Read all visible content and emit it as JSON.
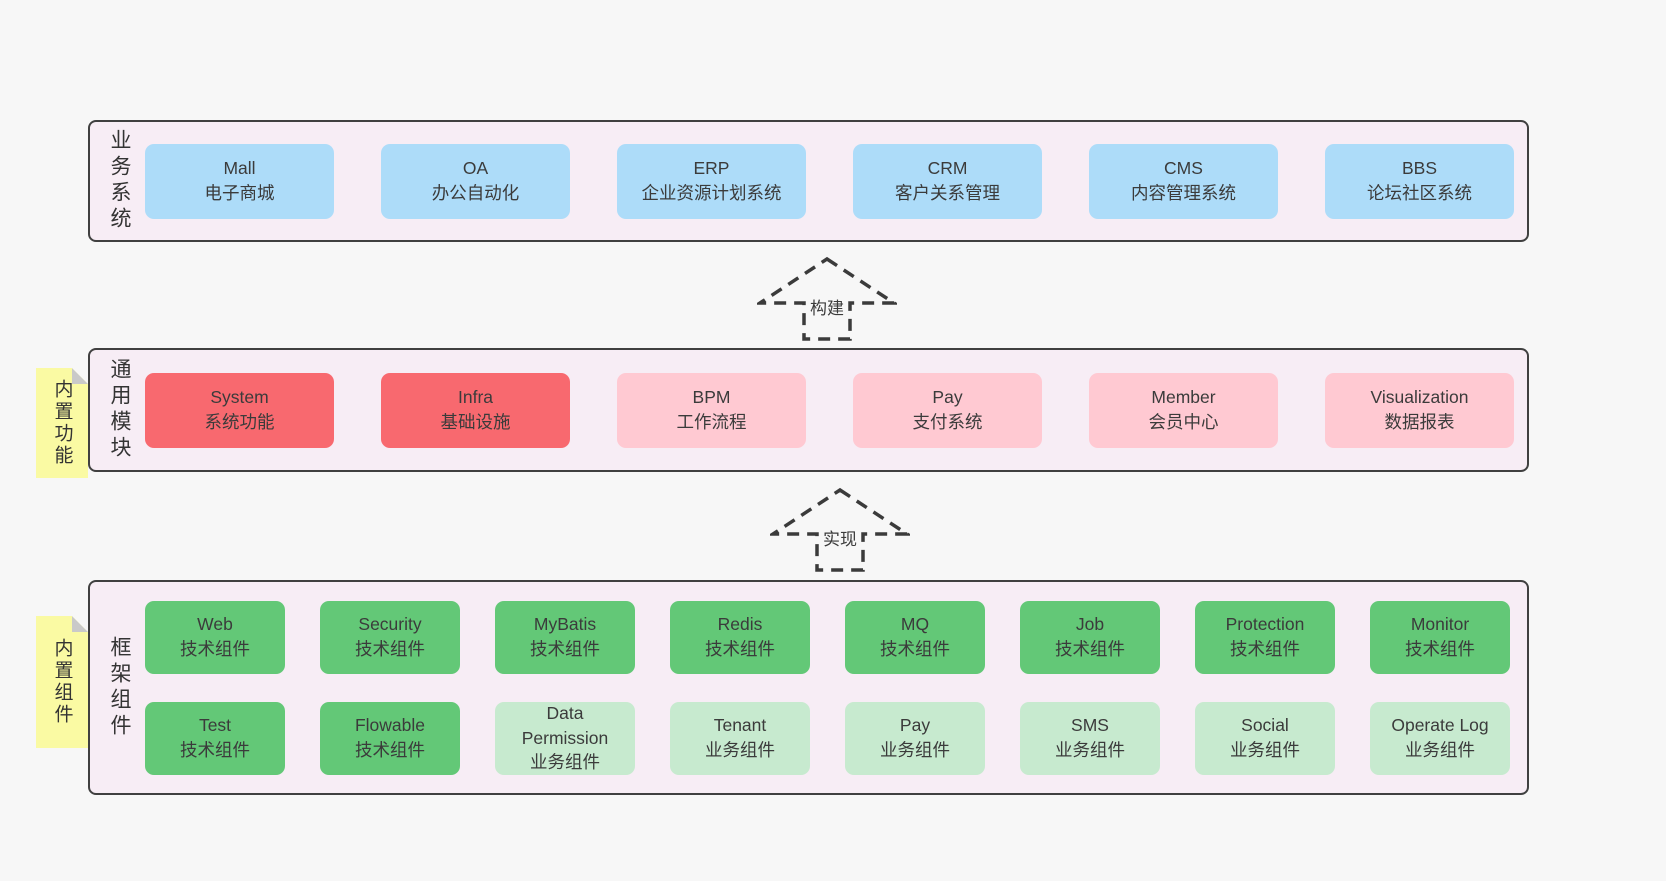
{
  "layers": [
    {
      "label": "业务系统",
      "rows": [
        [
          {
            "en": "Mall",
            "zh": "电子商城"
          },
          {
            "en": "OA",
            "zh": "办公自动化"
          },
          {
            "en": "ERP",
            "zh": "企业资源计划系统"
          },
          {
            "en": "CRM",
            "zh": "客户关系管理"
          },
          {
            "en": "CMS",
            "zh": "内容管理系统"
          },
          {
            "en": "BBS",
            "zh": "论坛社区系统"
          }
        ]
      ]
    },
    {
      "label": "通用模块",
      "note": "内置功能",
      "rows": [
        [
          {
            "en": "System",
            "zh": "系统功能"
          },
          {
            "en": "Infra",
            "zh": "基础设施"
          },
          {
            "en": "BPM",
            "zh": "工作流程"
          },
          {
            "en": "Pay",
            "zh": "支付系统"
          },
          {
            "en": "Member",
            "zh": "会员中心"
          },
          {
            "en": "Visualization",
            "zh": "数据报表"
          }
        ]
      ]
    },
    {
      "label": "框架组件",
      "note": "内置组件",
      "rows": [
        [
          {
            "en": "Web",
            "zh": "技术组件"
          },
          {
            "en": "Security",
            "zh": "技术组件"
          },
          {
            "en": "MyBatis",
            "zh": "技术组件"
          },
          {
            "en": "Redis",
            "zh": "技术组件"
          },
          {
            "en": "MQ",
            "zh": "技术组件"
          },
          {
            "en": "Job",
            "zh": "技术组件"
          },
          {
            "en": "Protection",
            "zh": "技术组件"
          },
          {
            "en": "Monitor",
            "zh": "技术组件"
          }
        ],
        [
          {
            "en": "Test",
            "zh": "技术组件"
          },
          {
            "en": "Flowable",
            "zh": "技术组件"
          },
          {
            "en": "Data Permission",
            "zh": "业务组件"
          },
          {
            "en": "Tenant",
            "zh": "业务组件"
          },
          {
            "en": "Pay",
            "zh": "业务组件"
          },
          {
            "en": "SMS",
            "zh": "业务组件"
          },
          {
            "en": "Social",
            "zh": "业务组件"
          },
          {
            "en": "Operate Log",
            "zh": "业务组件"
          }
        ]
      ]
    }
  ],
  "arrows": [
    {
      "label": "构建"
    },
    {
      "label": "实现"
    }
  ],
  "colors": {
    "page_bg": "#f7f7f7",
    "layer_bg": "#f7edf5",
    "layer_border": "#404040",
    "business_box": "#addcf9",
    "core_module_box": "#f8696f",
    "optional_module_box": "#ffc9d2",
    "tech_component_box": "#63c877",
    "biz_component_box": "#c7eacf",
    "sticky_note": "#fafaa3",
    "sticky_fold": "#c9c9c9"
  }
}
